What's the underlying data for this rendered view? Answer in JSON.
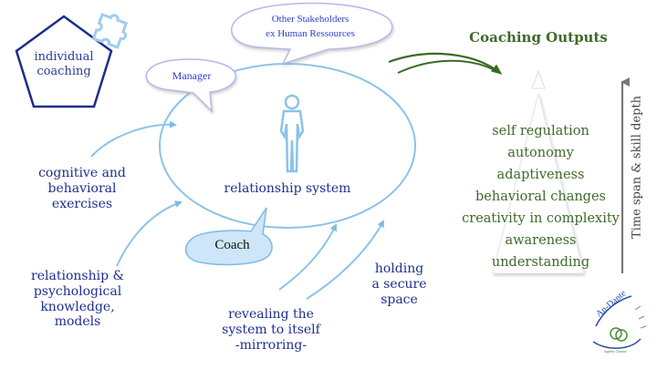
{
  "title_outputs": "Coaching Outputs",
  "pentagon_label": [
    "individual",
    "coaching"
  ],
  "bubbles": {
    "stakeholders": [
      "Other Stakeholders",
      "ex Human Ressources"
    ],
    "manager": "Manager",
    "coach": "Coach"
  },
  "center_label": "relationship system",
  "inputs": {
    "exercises": [
      "cognitive and",
      "behavioral",
      "exercises"
    ],
    "knowledge": [
      "relationship &",
      "psychological",
      "knowledge,",
      "models"
    ],
    "mirroring": [
      "revealing the",
      "system to itself",
      "-mirroring-"
    ],
    "secure": [
      "holding",
      "a secure",
      "space"
    ]
  },
  "outputs": [
    "self regulation",
    "autonomy",
    "adaptiveness",
    "behavioral changes",
    "creativity in complexity",
    "awareness",
    "understanding"
  ],
  "axis_label": "Time span & skill depth",
  "logo": {
    "text": "An-Dante",
    "subtext": "Agnès Giraud"
  },
  "colors": {
    "blue_text": "#1f2f8f",
    "green": "#3f6a2a",
    "light_blue": "#8cc3e8",
    "bubble_border": "#b8b8e8"
  }
}
